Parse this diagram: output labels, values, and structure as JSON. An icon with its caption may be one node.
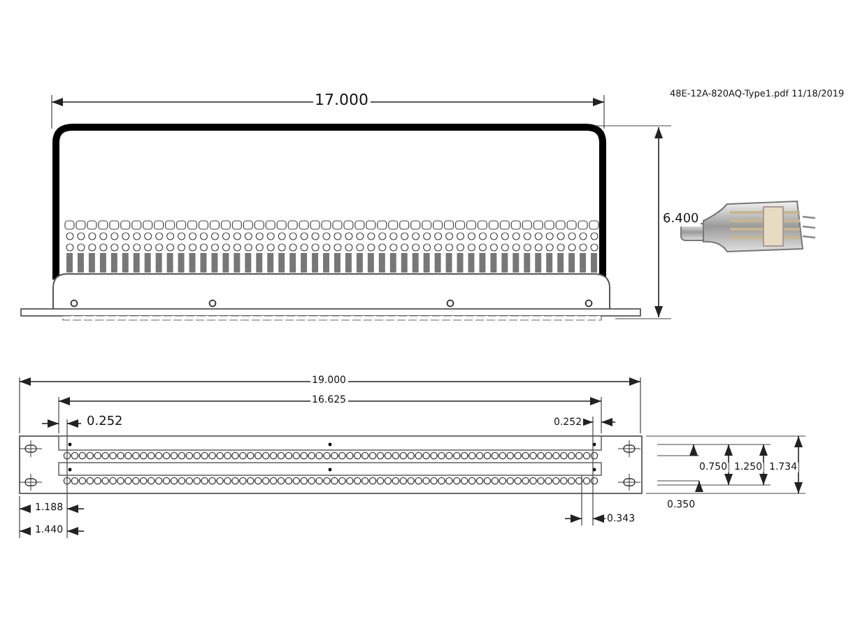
{
  "diagram": {
    "labels": [
      "17.000",
      "48E-12A-820AQ-Type1.pdf 11/18/2019",
      "6.400",
      "19.000",
      "16.625",
      "0.252",
      "0.252",
      "0.750",
      "1.250",
      "1.734",
      "1.188",
      "0.350",
      "0.343",
      "1.440"
    ]
  }
}
